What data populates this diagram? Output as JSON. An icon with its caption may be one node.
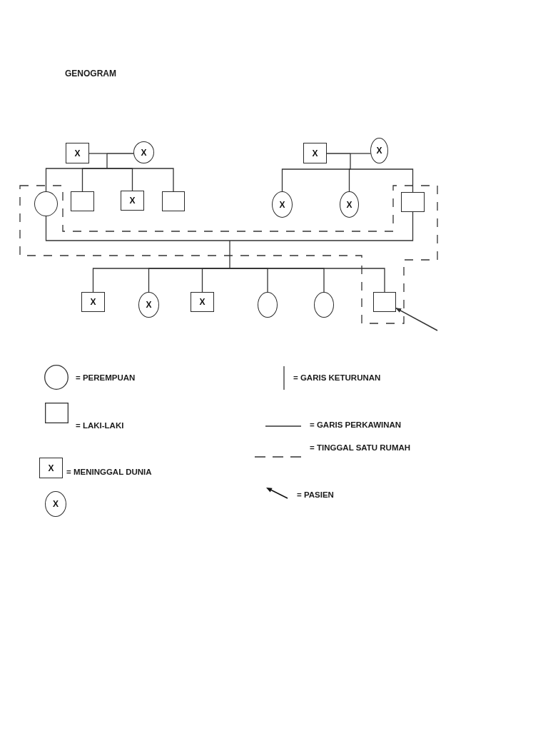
{
  "diagram": {
    "title": "GENOGRAM",
    "nodes": [
      {
        "text": [
          "X"
        ]
      },
      {
        "text": [
          "X"
        ]
      },
      {
        "text": [
          "X"
        ]
      },
      {
        "text": [
          "X"
        ]
      },
      {
        "text": [],
        "shape": "circle"
      },
      {
        "text": [],
        "shape": "box"
      },
      {
        "text": [
          "X"
        ]
      },
      {
        "text": [],
        "shape": "box"
      },
      {
        "text": [
          "X"
        ]
      },
      {
        "text": [
          "X"
        ]
      },
      {
        "text": [],
        "shape": "box"
      },
      {
        "text": [
          "X"
        ]
      },
      {
        "text": [
          "X"
        ]
      },
      {
        "text": [
          "X"
        ]
      },
      {
        "text": [],
        "shape": "circle"
      },
      {
        "text": [],
        "shape": "circle"
      },
      {
        "text": [],
        "shape": "box"
      }
    ],
    "edges": [
      {
        "from": 0,
        "to": 1,
        "arrow": "none"
      },
      {
        "from": 2,
        "to": 3,
        "arrow": "none"
      },
      {
        "from": 4,
        "to": 10,
        "arrow": "none"
      },
      {
        "from": 0,
        "to": 4,
        "arrow": "none"
      },
      {
        "from": 1,
        "to": 4,
        "arrow": "none"
      },
      {
        "from": 0,
        "to": 5,
        "arrow": "none"
      },
      {
        "from": 1,
        "to": 5,
        "arrow": "none"
      },
      {
        "from": 0,
        "to": 6,
        "arrow": "none"
      },
      {
        "from": 1,
        "to": 6,
        "arrow": "none"
      },
      {
        "from": 0,
        "to": 7,
        "arrow": "none"
      },
      {
        "from": 1,
        "to": 7,
        "arrow": "none"
      },
      {
        "from": 2,
        "to": 8,
        "arrow": "none"
      },
      {
        "from": 3,
        "to": 8,
        "arrow": "none"
      },
      {
        "from": 2,
        "to": 9,
        "arrow": "none"
      },
      {
        "from": 3,
        "to": 9,
        "arrow": "none"
      },
      {
        "from": 2,
        "to": 10,
        "arrow": "none"
      },
      {
        "from": 3,
        "to": 10,
        "arrow": "none"
      },
      {
        "from": 4,
        "to": 11,
        "arrow": "none"
      },
      {
        "from": 10,
        "to": 11,
        "arrow": "none"
      },
      {
        "from": 4,
        "to": 12,
        "arrow": "none"
      },
      {
        "from": 10,
        "to": 12,
        "arrow": "none"
      },
      {
        "from": 4,
        "to": 13,
        "arrow": "none"
      },
      {
        "from": 10,
        "to": 13,
        "arrow": "none"
      },
      {
        "from": 4,
        "to": 14,
        "arrow": "none"
      },
      {
        "from": 10,
        "to": 14,
        "arrow": "none"
      },
      {
        "from": 4,
        "to": 15,
        "arrow": "none"
      },
      {
        "from": 10,
        "to": 15,
        "arrow": "none"
      },
      {
        "from": 4,
        "to": 16,
        "arrow": "none"
      },
      {
        "from": 10,
        "to": 16,
        "arrow": "none"
      },
      {
        "from": null,
        "to": 16,
        "arrow": "to"
      }
    ],
    "labels": [
      "X",
      "X"
    ],
    "legend": [
      {
        "text": "= PEREMPUAN"
      },
      {
        "text": "= GARIS KETURUNAN"
      },
      {
        "text": "= LAKI-LAKI"
      },
      {
        "text": "= GARIS PERKAWINAN"
      },
      {
        "text": "= TINGGAL SATU RUMAH"
      },
      {
        "text": "= MENINGGAL DUNIA"
      },
      {
        "text": "= PASIEN"
      }
    ]
  }
}
